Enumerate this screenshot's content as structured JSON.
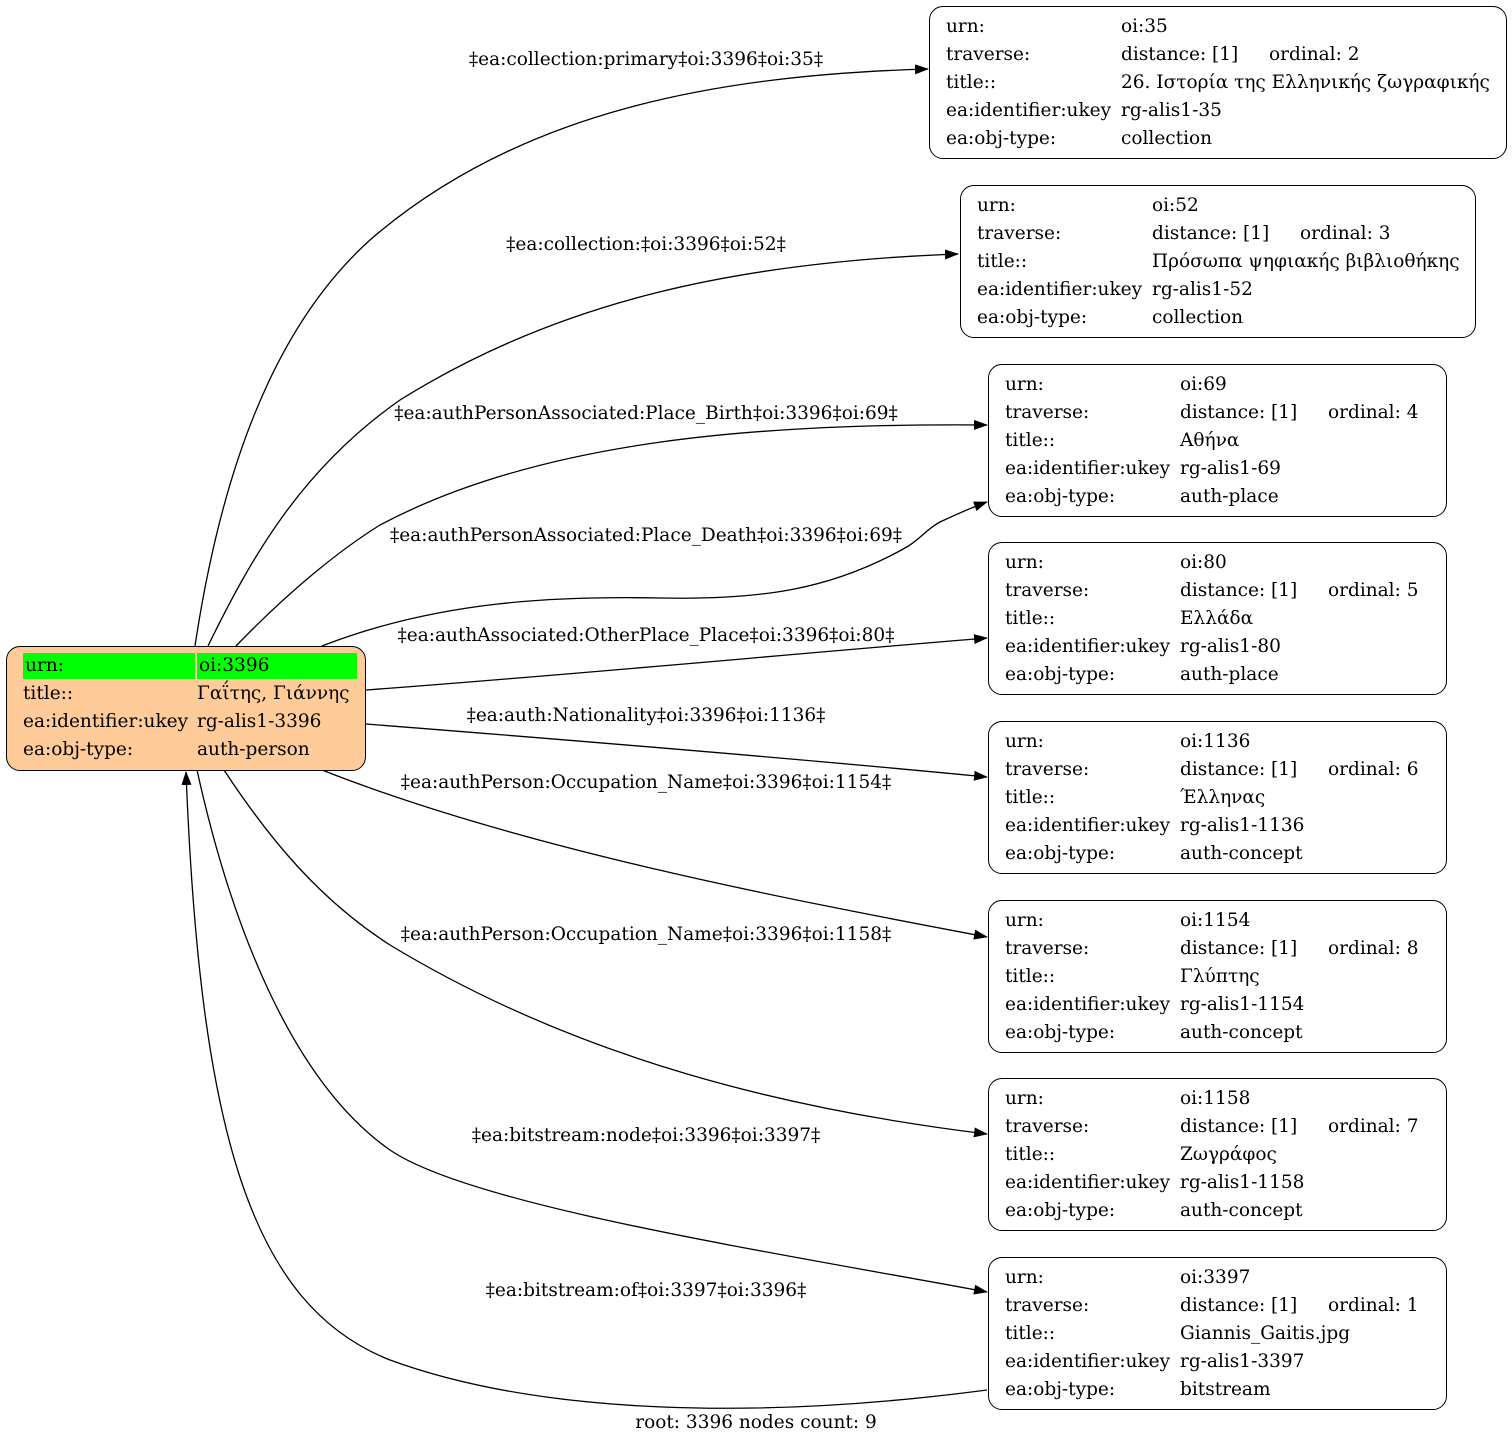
{
  "root": {
    "rows": [
      {
        "key": "urn:",
        "value": "oi:3396"
      },
      {
        "key": "title::",
        "value": "Γαΐτης, Γιάννης"
      },
      {
        "key": "ea:identifier:ukey",
        "value": "rg-alis1-3396"
      },
      {
        "key": "ea:obj-type:",
        "value": "auth-person"
      }
    ],
    "fill_color": "#ffcc99",
    "highlight_color": "#00ff00"
  },
  "nodes": [
    {
      "urn": "oi:35",
      "traverse": "distance: [1]",
      "ordinal": "ordinal: 2",
      "title": "26. Ιστορία της Ελληνικής ζωγραφικής",
      "ukey": "rg-alis1-35",
      "obj_type": "collection"
    },
    {
      "urn": "oi:52",
      "traverse": "distance: [1]",
      "ordinal": "ordinal: 3",
      "title": "Πρόσωπα ψηφιακής βιβλιοθήκης",
      "ukey": "rg-alis1-52",
      "obj_type": "collection"
    },
    {
      "urn": "oi:69",
      "traverse": "distance: [1]",
      "ordinal": "ordinal: 4",
      "title": "Αθήνα",
      "ukey": "rg-alis1-69",
      "obj_type": "auth-place"
    },
    {
      "urn": "oi:80",
      "traverse": "distance: [1]",
      "ordinal": "ordinal: 5",
      "title": "Ελλάδα",
      "ukey": "rg-alis1-80",
      "obj_type": "auth-place"
    },
    {
      "urn": "oi:1136",
      "traverse": "distance: [1]",
      "ordinal": "ordinal: 6",
      "title": "Έλληνας",
      "ukey": "rg-alis1-1136",
      "obj_type": "auth-concept"
    },
    {
      "urn": "oi:1154",
      "traverse": "distance: [1]",
      "ordinal": "ordinal: 8",
      "title": "Γλύπτης",
      "ukey": "rg-alis1-1154",
      "obj_type": "auth-concept"
    },
    {
      "urn": "oi:1158",
      "traverse": "distance: [1]",
      "ordinal": "ordinal: 7",
      "title": "Ζωγράφος",
      "ukey": "rg-alis1-1158",
      "obj_type": "auth-concept"
    },
    {
      "urn": "oi:3397",
      "traverse": "distance: [1]",
      "ordinal": "ordinal: 1",
      "title": "Giannis_Gaitis.jpg",
      "ukey": "rg-alis1-3397",
      "obj_type": "bitstream"
    }
  ],
  "row_keys": {
    "urn": "urn:",
    "traverse": "traverse:",
    "title": "title::",
    "ukey": "ea:identifier:ukey",
    "obj_type": "ea:obj-type:"
  },
  "edges": [
    {
      "label": "‡ea:collection:primary‡oi:3396‡oi:35‡",
      "target": "oi:35"
    },
    {
      "label": "‡ea:collection:‡oi:3396‡oi:52‡",
      "target": "oi:52"
    },
    {
      "label": "‡ea:authPersonAssociated:Place_Birth‡oi:3396‡oi:69‡",
      "target": "oi:69"
    },
    {
      "label": "‡ea:authPersonAssociated:Place_Death‡oi:3396‡oi:69‡",
      "target": "oi:69"
    },
    {
      "label": "‡ea:authAssociated:OtherPlace_Place‡oi:3396‡oi:80‡",
      "target": "oi:80"
    },
    {
      "label": "‡ea:auth:Nationality‡oi:3396‡oi:1136‡",
      "target": "oi:1136"
    },
    {
      "label": "‡ea:authPerson:Occupation_Name‡oi:3396‡oi:1154‡",
      "target": "oi:1154"
    },
    {
      "label": "‡ea:authPerson:Occupation_Name‡oi:3396‡oi:1158‡",
      "target": "oi:1158"
    },
    {
      "label": "‡ea:bitstream:node‡oi:3396‡oi:3397‡",
      "target": "oi:3397"
    },
    {
      "label": "‡ea:bitstream:of‡oi:3397‡oi:3396‡",
      "target": "oi:3396"
    }
  ],
  "footer": "root: 3396 nodes count: 9"
}
